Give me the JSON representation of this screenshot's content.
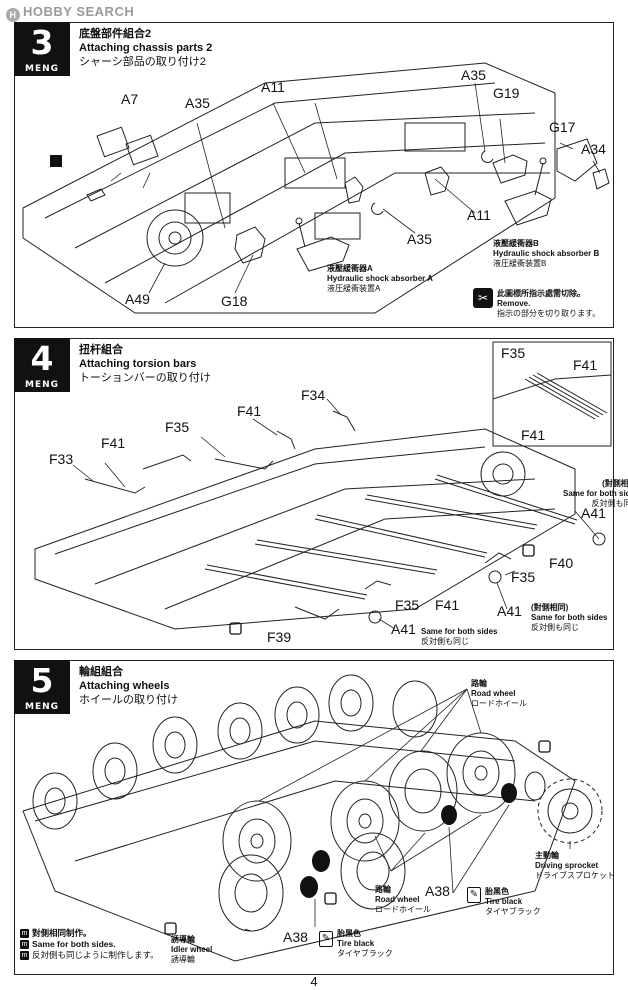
{
  "watermark": "HOBBY SEARCH",
  "page_number": "4",
  "step3": {
    "number": "3",
    "brand": "MENG",
    "title_cn": "底盤部件組合2",
    "title_en": "Attaching chassis parts 2",
    "title_jp": "シャーシ部品の取り付け2",
    "labels": [
      "A7",
      "A35",
      "A11",
      "A35",
      "G19",
      "G17",
      "A34",
      "A11",
      "A35",
      "A49",
      "G18"
    ],
    "shockA": {
      "cn": "液壓緩衝器A",
      "en": "Hydraulic shock absorber A",
      "jp": "液圧緩衝装置A"
    },
    "shockB": {
      "cn": "液壓緩衝器B",
      "en": "Hydraulic shock absorber B",
      "jp": "液圧緩衝装置B"
    },
    "remove": {
      "cn": "此圖標所指示處需切除。",
      "en": "Remove.",
      "jp": "指示の部分を切り取ります。"
    }
  },
  "step4": {
    "number": "4",
    "brand": "MENG",
    "title_cn": "扭杆組合",
    "title_en": "Attaching torsion bars",
    "title_jp": "トーションバーの取り付け",
    "inset_labels": [
      "F35",
      "F41",
      "F41"
    ],
    "labels": [
      "F34",
      "F41",
      "F35",
      "F41",
      "F33",
      "A41",
      "F40",
      "F35",
      "A41",
      "F41",
      "F35",
      "A41",
      "F39"
    ],
    "same_note": {
      "cn": "(對側相同)",
      "en": "Same for both sides",
      "jp": "反対側も同じ"
    }
  },
  "step5": {
    "number": "5",
    "brand": "MENG",
    "title_cn": "輪組組合",
    "title_en": "Attaching wheels",
    "title_jp": "ホイールの取り付け",
    "road_wheel_top": {
      "cn": "路輪",
      "en": "Road wheel",
      "jp": "ロードホイール"
    },
    "road_wheel_bottom": {
      "cn": "路輪",
      "en": "Road wheel",
      "jp": "ロードホイール"
    },
    "sprocket": {
      "cn": "主動輪",
      "en": "Driving sprocket",
      "jp": "ドライブスプロケット"
    },
    "idler": {
      "cn": "誘導輪",
      "en": "Idler wheel",
      "jp": "誘導輪"
    },
    "tire1": {
      "cn": "胎黑色",
      "en": "Tire black",
      "jp": "タイヤブラック"
    },
    "tire2": {
      "cn": "胎黑色",
      "en": "Tire black",
      "jp": "タイヤブラック"
    },
    "labels": [
      "A38",
      "A38"
    ],
    "same": {
      "cn": "對側相同制作。",
      "en": "Same for both sides.",
      "jp": "反対側も同じように制作します。"
    }
  }
}
